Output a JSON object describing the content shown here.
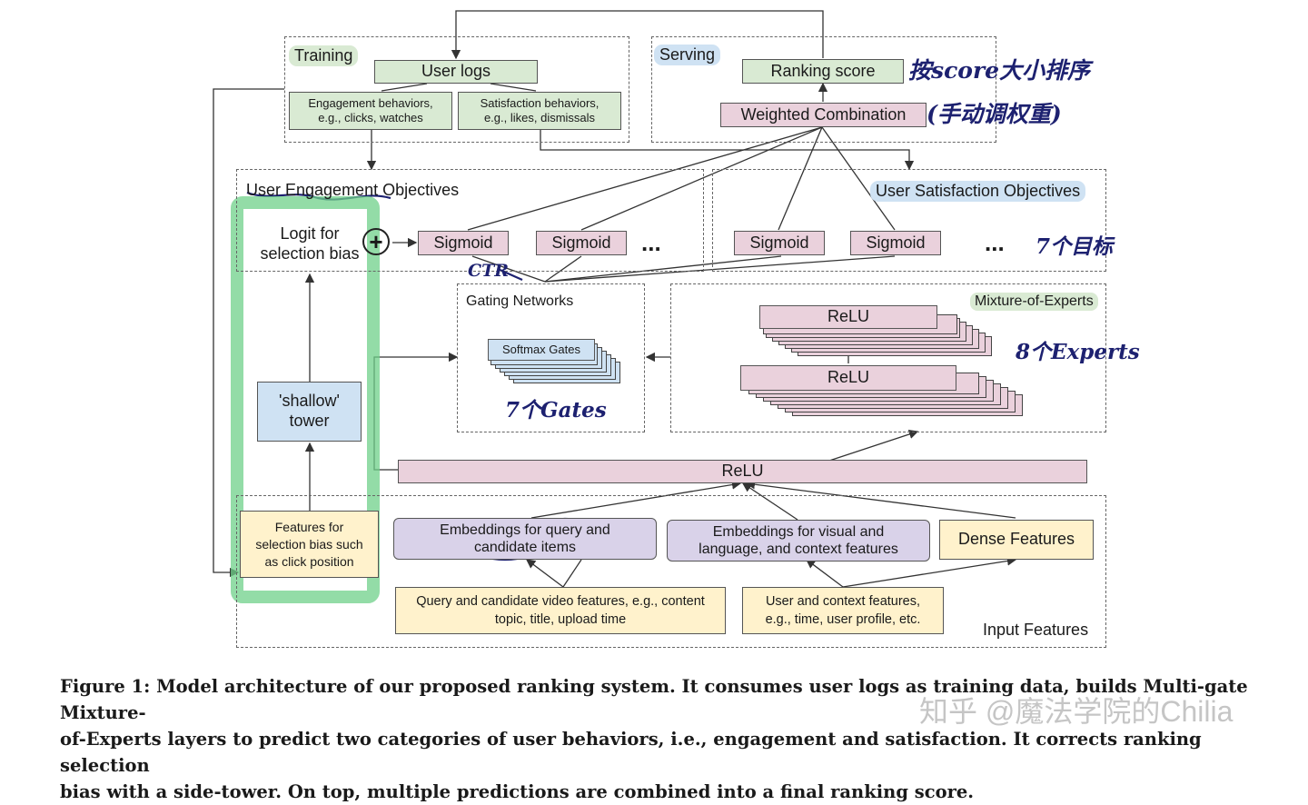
{
  "training": {
    "title": "Training",
    "user_logs": "User logs",
    "engagement_line1": "Engagement behaviors,",
    "engagement_line2": "e.g., clicks, watches",
    "satisfaction_line1": "Satisfaction behaviors,",
    "satisfaction_line2": "e.g., likes, dismissals"
  },
  "serving": {
    "title": "Serving",
    "ranking_score": "Ranking score",
    "weighted_combination": "Weighted Combination"
  },
  "objectives": {
    "engagement_title": "User Engagement Objectives",
    "satisfaction_title": "User Satisfaction Objectives",
    "logit_line1": "Logit for",
    "logit_line2": "selection bias",
    "plus": "+",
    "sigmoid": "Sigmoid",
    "ellipsis": "..."
  },
  "gating": {
    "title": "Gating Networks",
    "softmax": "Softmax Gates"
  },
  "moe": {
    "title": "Mixture-of-Experts",
    "relu_top": "ReLU",
    "relu_bottom": "ReLU"
  },
  "shallow_tower": {
    "line1": "'shallow'",
    "line2": "tower"
  },
  "shared_relu": "ReLU",
  "inputs": {
    "title": "Input Features",
    "selection_line1": "Features for",
    "selection_line2": "selection bias such",
    "selection_line3": "as click position",
    "emb_query_line1": "Embeddings for query and",
    "emb_query_line2": "candidate items",
    "emb_visual_line1": "Embeddings for visual and",
    "emb_visual_line2": "language, and context features",
    "dense": "Dense Features",
    "query_video_line1": "Query and candidate video features, e.g., content",
    "query_video_line2": "topic, title, upload time",
    "user_context_line1": "User and context features,",
    "user_context_line2": "e.g., time, user profile, etc."
  },
  "annotations": {
    "score_sort": "按score大小排序",
    "manual_weight": "(手动调权重)",
    "seven_targets": "7个目标",
    "ctr": "CTR",
    "eight_experts": "8个Experts",
    "seven_gates": "7个Gates"
  },
  "caption": {
    "line1": "Figure 1: Model architecture of our proposed ranking system. It consumes user logs as training data, builds Multi-gate Mixture-",
    "line2": "of-Experts layers to predict two categories of user behaviors, i.e., engagement and satisfaction. It corrects ranking selection",
    "line3": "bias with a side-tower. On top, multiple predictions are combined into a final ranking score."
  },
  "watermark": "知乎 @魔法学院的Chilia"
}
